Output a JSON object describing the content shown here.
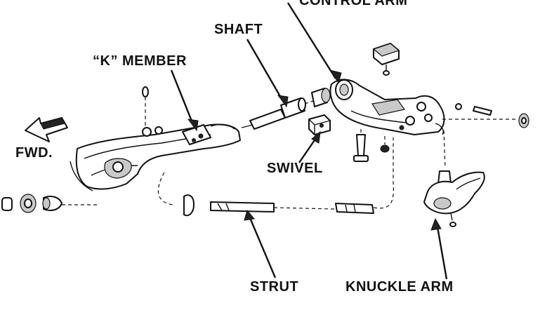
{
  "labels": {
    "control_arm": "CONTROL ARM",
    "shaft": "SHAFT",
    "k_member": "“K” MEMBER",
    "fwd": "FWD.",
    "swivel": "SWIVEL",
    "strut": "STRUT",
    "knuckle_arm": "KNUCKLE ARM"
  },
  "colors": {
    "ink": "#111111",
    "shade": "#c9c9c9",
    "background": "#ffffff"
  }
}
